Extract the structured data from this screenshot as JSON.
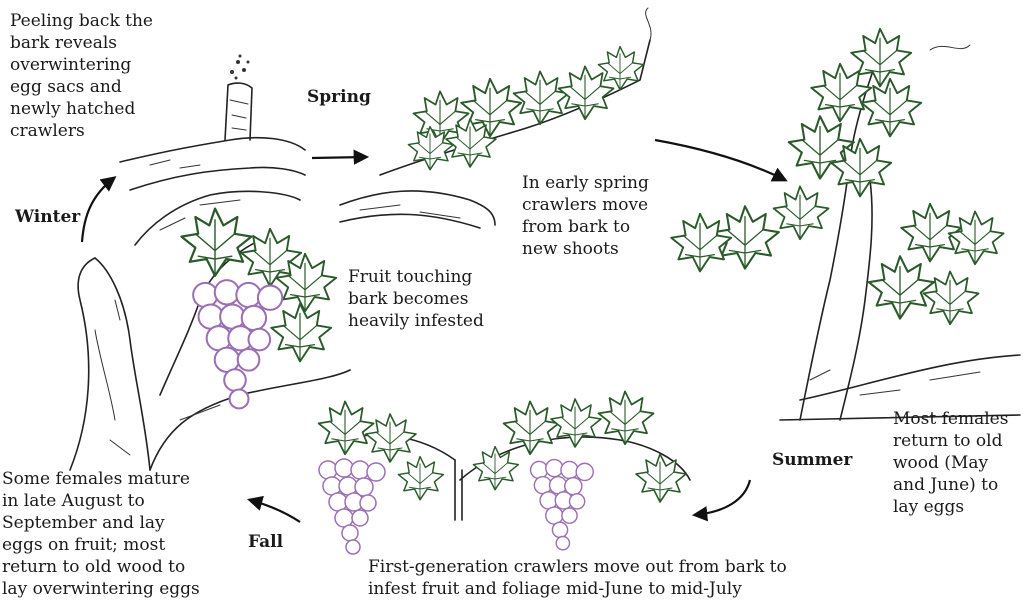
{
  "seasons": {
    "spring": "Spring",
    "summer": "Summer",
    "fall": "Fall",
    "winter": "Winter"
  },
  "captions": {
    "winter_bark": "Peeling back the\nbark reveals\noverwintering\negg sacs and\nnewly hatched\ncrawlers",
    "spring_crawlers": "In early spring\ncrawlers move\nfrom bark to\nnew shoots",
    "fruit_bark": "Fruit touching\nbark becomes\nheavily infested",
    "summer_females": "Most females\nreturn to old\nwood (May\nand June) to\nlay eggs",
    "first_generation": "First-generation crawlers move out from bark to\ninfest fruit and foliage mid-June to mid-July",
    "fall_females": "Some females mature\nin late August to\nSeptember and lay\neggs on fruit; most\nreturn to old wood to\nlay overwintering eggs"
  },
  "colors": {
    "leaf_outline": "#2a5a2a",
    "grape_outline": "#9b6fb5",
    "ink": "#1a1a1a"
  }
}
